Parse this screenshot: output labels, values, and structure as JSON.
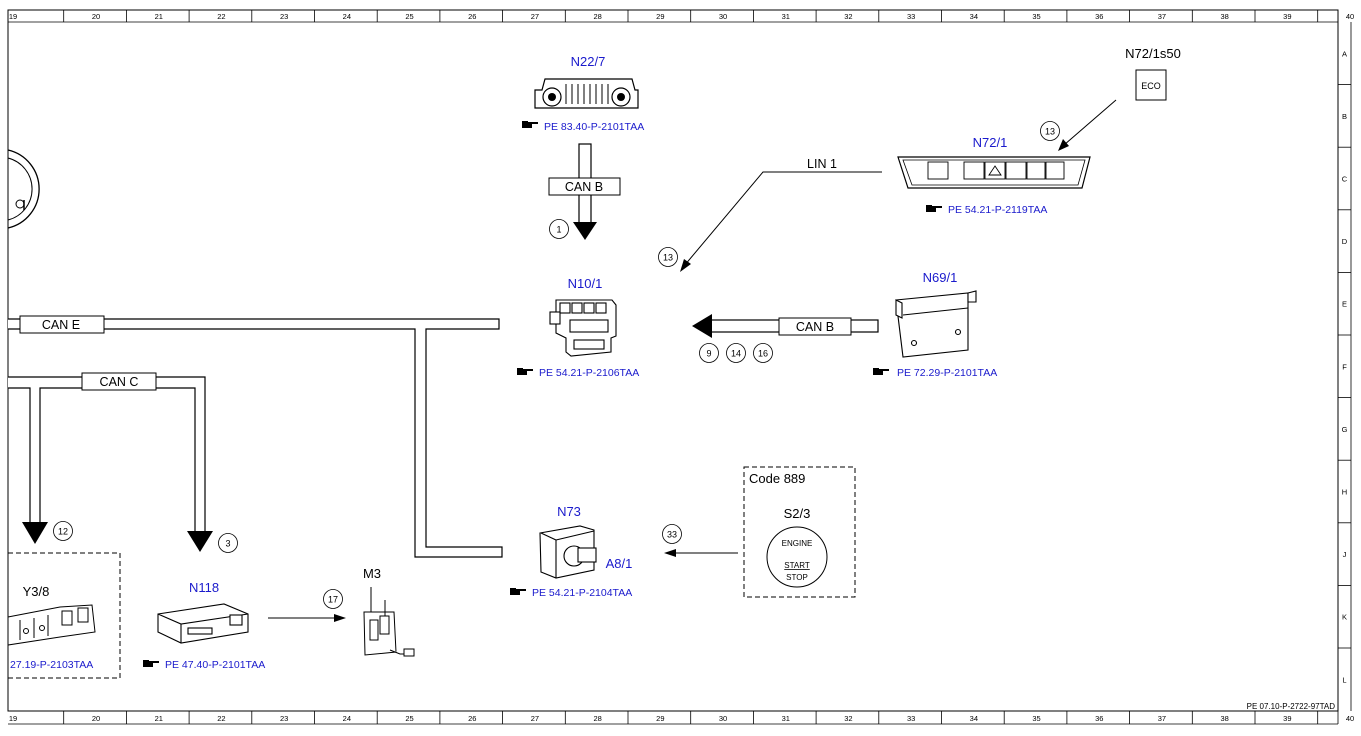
{
  "ruler_columns": [
    "19",
    "20",
    "21",
    "22",
    "23",
    "24",
    "25",
    "26",
    "27",
    "28",
    "29",
    "30",
    "31",
    "32",
    "33",
    "34",
    "35",
    "36",
    "37",
    "38",
    "39",
    "40"
  ],
  "ruler_rows": [
    "A",
    "B",
    "C",
    "D",
    "E",
    "F",
    "G",
    "H",
    "J",
    "K",
    "L"
  ],
  "document_id": "PE 07.10-P-2722-97TAD",
  "components": {
    "n22_7": {
      "label": "N22/7",
      "ref": "PE 83.40-P-2101TAA"
    },
    "n72_1": {
      "label": "N72/1",
      "ref": "PE 54.21-P-2119TAA"
    },
    "n72_1s50": {
      "label": "N72/1s50",
      "button_text": "ECO"
    },
    "n10_1": {
      "label": "N10/1",
      "ref": "PE 54.21-P-2106TAA"
    },
    "n69_1": {
      "label": "N69/1",
      "ref": "PE 72.29-P-2101TAA"
    },
    "n73": {
      "label": "N73",
      "ref": "PE 54.21-P-2104TAA"
    },
    "a8_1": {
      "label": "A8/1"
    },
    "n118": {
      "label": "N118",
      "ref": "PE 47.40-P-2101TAA"
    },
    "m3": {
      "label": "M3"
    },
    "y3_8": {
      "label": "Y3/8",
      "ref": "27.19-P-2103TAA"
    },
    "s2_3": {
      "label": "S2/3",
      "code": "Code 889",
      "line1": "ENGINE",
      "line2": "START",
      "line3": "STOP"
    }
  },
  "buses": {
    "can_b_top": "CAN B",
    "can_b_right": "CAN B",
    "can_e": "CAN E",
    "can_c": "CAN C",
    "lin_1": "LIN 1"
  },
  "signals": {
    "s1": "1",
    "s13_lin": "13",
    "s13_eco": "13",
    "s9": "9",
    "s14": "14",
    "s16": "16",
    "s33": "33",
    "s17": "17",
    "s3": "3",
    "s12": "12"
  }
}
